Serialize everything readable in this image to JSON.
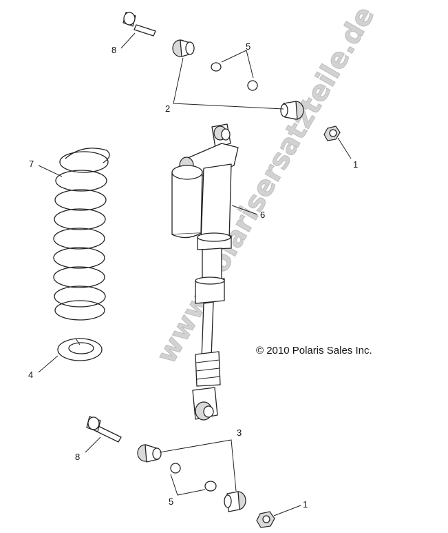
{
  "watermark": "www.polarisersatzteile.de",
  "copyright": "© 2010 Polaris Sales Inc.",
  "callouts": {
    "bolt_top": "8",
    "washers_top": "5",
    "bushings_top": "2",
    "nut_top": "1",
    "spring": "7",
    "shock": "6",
    "spring_retainer": "4",
    "bushings_bottom": "3",
    "bolt_bottom": "8",
    "washers_bottom": "5",
    "nut_bottom": "1"
  }
}
